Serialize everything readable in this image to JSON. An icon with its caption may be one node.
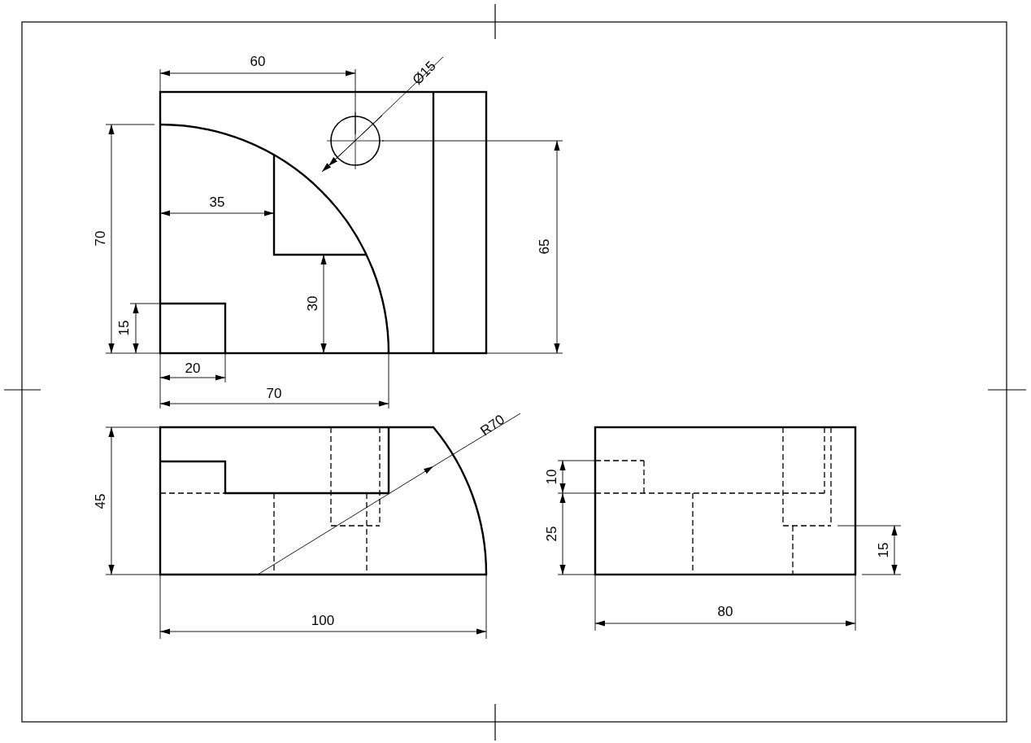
{
  "diagram": {
    "labels": [
      "60",
      "Ø15",
      "70",
      "35",
      "65",
      "30",
      "15",
      "20",
      "70",
      "45",
      "R70",
      "100",
      "10",
      "25",
      "15",
      "80"
    ]
  }
}
